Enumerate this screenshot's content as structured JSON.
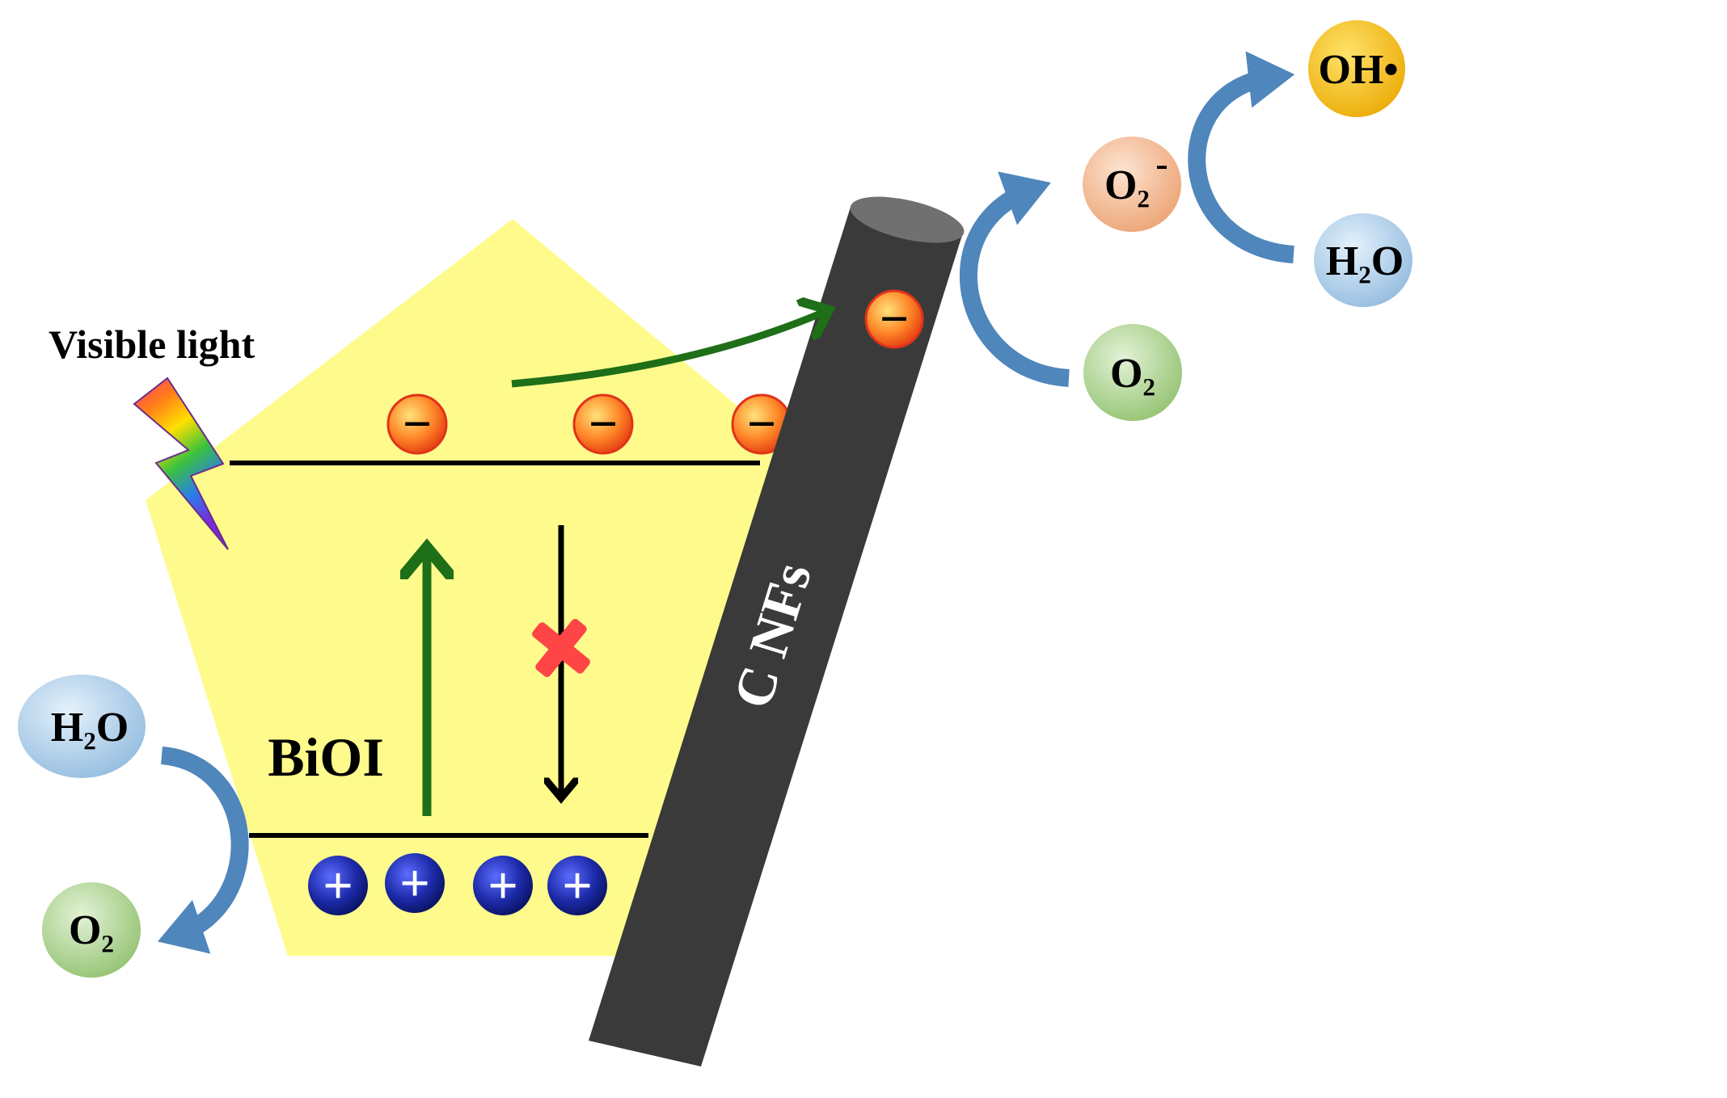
{
  "labels": {
    "visible_light": "Visible light",
    "semiconductor": "BiOI",
    "nanofiber": "C NFs"
  },
  "species": {
    "h2o_left": "H₂O",
    "o2_left": "O₂",
    "o2_right": "O₂",
    "o2_radical_base": "O₂",
    "o2_radical_charge": "-",
    "h2o_right": "H₂O",
    "oh_radical": "OH•"
  },
  "charges": {
    "electron_symbol": "−",
    "hole_symbol": "+"
  },
  "colors": {
    "pentagon": "#fefb8c",
    "nanofiber_body": "#3a3a3a",
    "nanofiber_top": "#707070",
    "green_arrow": "#1f6e18",
    "blue_arrow": "#4f86bb",
    "electron": "#f05a1e",
    "hole": "#1c2a9c",
    "cross": "#ff4040",
    "h2o_bubble": "#a6cbe8",
    "o2_bubble": "#a9d18e",
    "o2_radical_bubble": "#f3b48b",
    "oh_bubble": "#ffc000"
  }
}
